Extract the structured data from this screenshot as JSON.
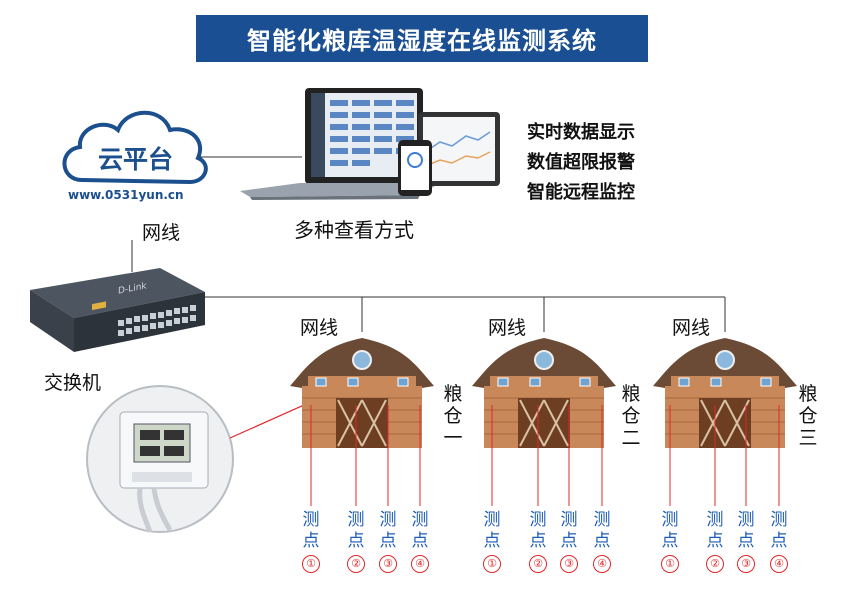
{
  "title": "智能化粮库温湿度在线监测系统",
  "cloud": {
    "label": "云平台",
    "url": "www.0531yun.cn"
  },
  "devices_caption": "多种查看方式",
  "features": [
    "实时数据显示",
    "数值超限报警",
    "智能远程监控"
  ],
  "network_cable": "网线",
  "switch_label": "交换机",
  "switch_brand": "D-Link",
  "barns": [
    {
      "name": [
        "粮",
        "仓",
        "一"
      ],
      "cable": "网线"
    },
    {
      "name": [
        "粮",
        "仓",
        "二"
      ],
      "cable": "网线"
    },
    {
      "name": [
        "粮",
        "仓",
        "三"
      ],
      "cable": "网线"
    }
  ],
  "point_label": [
    "测",
    "点"
  ],
  "point_numbers": [
    "①",
    "②",
    "③",
    "④"
  ],
  "colors": {
    "title_bg": "#1a4f93",
    "cloud": "#1b4f8e",
    "point_text": "#1e5db5",
    "point_line": "#e0282a",
    "barn_wall": "#c8885a",
    "roof": "#6b4a36"
  }
}
